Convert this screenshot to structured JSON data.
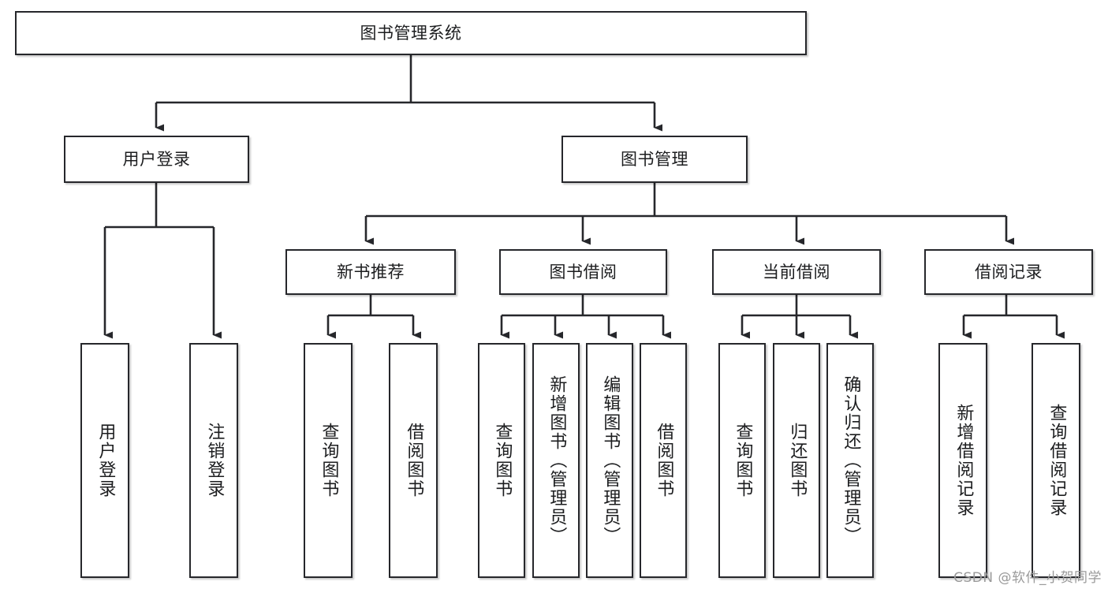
{
  "diagram": {
    "title": "图书管理系统",
    "watermark": "CSDN @软件_小贺同学",
    "stroke_color": "#26272b",
    "background_color": "#ffffff",
    "text_color": "#1c1d1f",
    "watermark_color": "#9a9a9a"
  },
  "nodes": {
    "root": {
      "label": "图书管理系统"
    },
    "level2": [
      {
        "label": "用户登录"
      },
      {
        "label": "图书管理"
      }
    ],
    "level3": [
      {
        "label": "新书推荐"
      },
      {
        "label": "图书借阅"
      },
      {
        "label": "当前借阅"
      },
      {
        "label": "借阅记录"
      }
    ],
    "leaves": {
      "user_login": [
        {
          "label": "用户登录"
        },
        {
          "label": "注销登录"
        }
      ],
      "new_book": [
        {
          "label": "查询图书"
        },
        {
          "label": "借阅图书"
        }
      ],
      "book_borrow": [
        {
          "label": "查询图书"
        },
        {
          "label": "新增图书（管理员）"
        },
        {
          "label": "编辑图书（管理员）"
        },
        {
          "label": "借阅图书"
        }
      ],
      "current_borrow": [
        {
          "label": "查询图书"
        },
        {
          "label": "归还图书"
        },
        {
          "label": "确认归还（管理员）"
        }
      ],
      "borrow_record": [
        {
          "label": "新增借阅记录"
        },
        {
          "label": "查询借阅记录"
        }
      ]
    }
  }
}
